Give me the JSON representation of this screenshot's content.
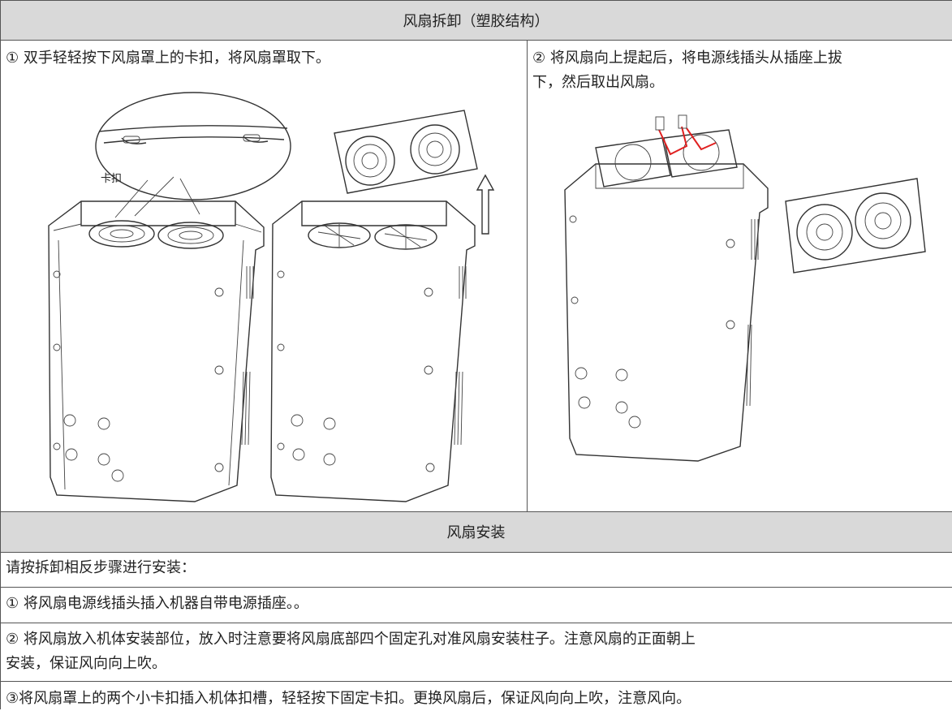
{
  "section_removal": {
    "title": "风扇拆卸（塑胶结构）",
    "step1": "① 双手轻轻按下风扇罩上的卡扣，将风扇罩取下。",
    "step2_line1": "② 将风扇向上提起后，将电源线插头从插座上拔",
    "step2_line2": "下，然后取出风扇。",
    "callout_label": "卡扣"
  },
  "section_install": {
    "title": "风扇安装",
    "intro": "请按拆卸相反步骤进行安装：",
    "item1": "① 将风扇电源线插头插入机器自带电源插座。。",
    "item2_line1": "② 将风扇放入机体安装部位，放入时注意要将风扇底部四个固定孔对准风扇安装柱子。注意风扇的正面朝上",
    "item2_line2": "安装，保证风向向上吹。",
    "item3": "③将风扇罩上的两个小卡扣插入机体扣槽，轻轻按下固定卡扣。更换风扇后，保证风向向上吹，注意风向。"
  }
}
